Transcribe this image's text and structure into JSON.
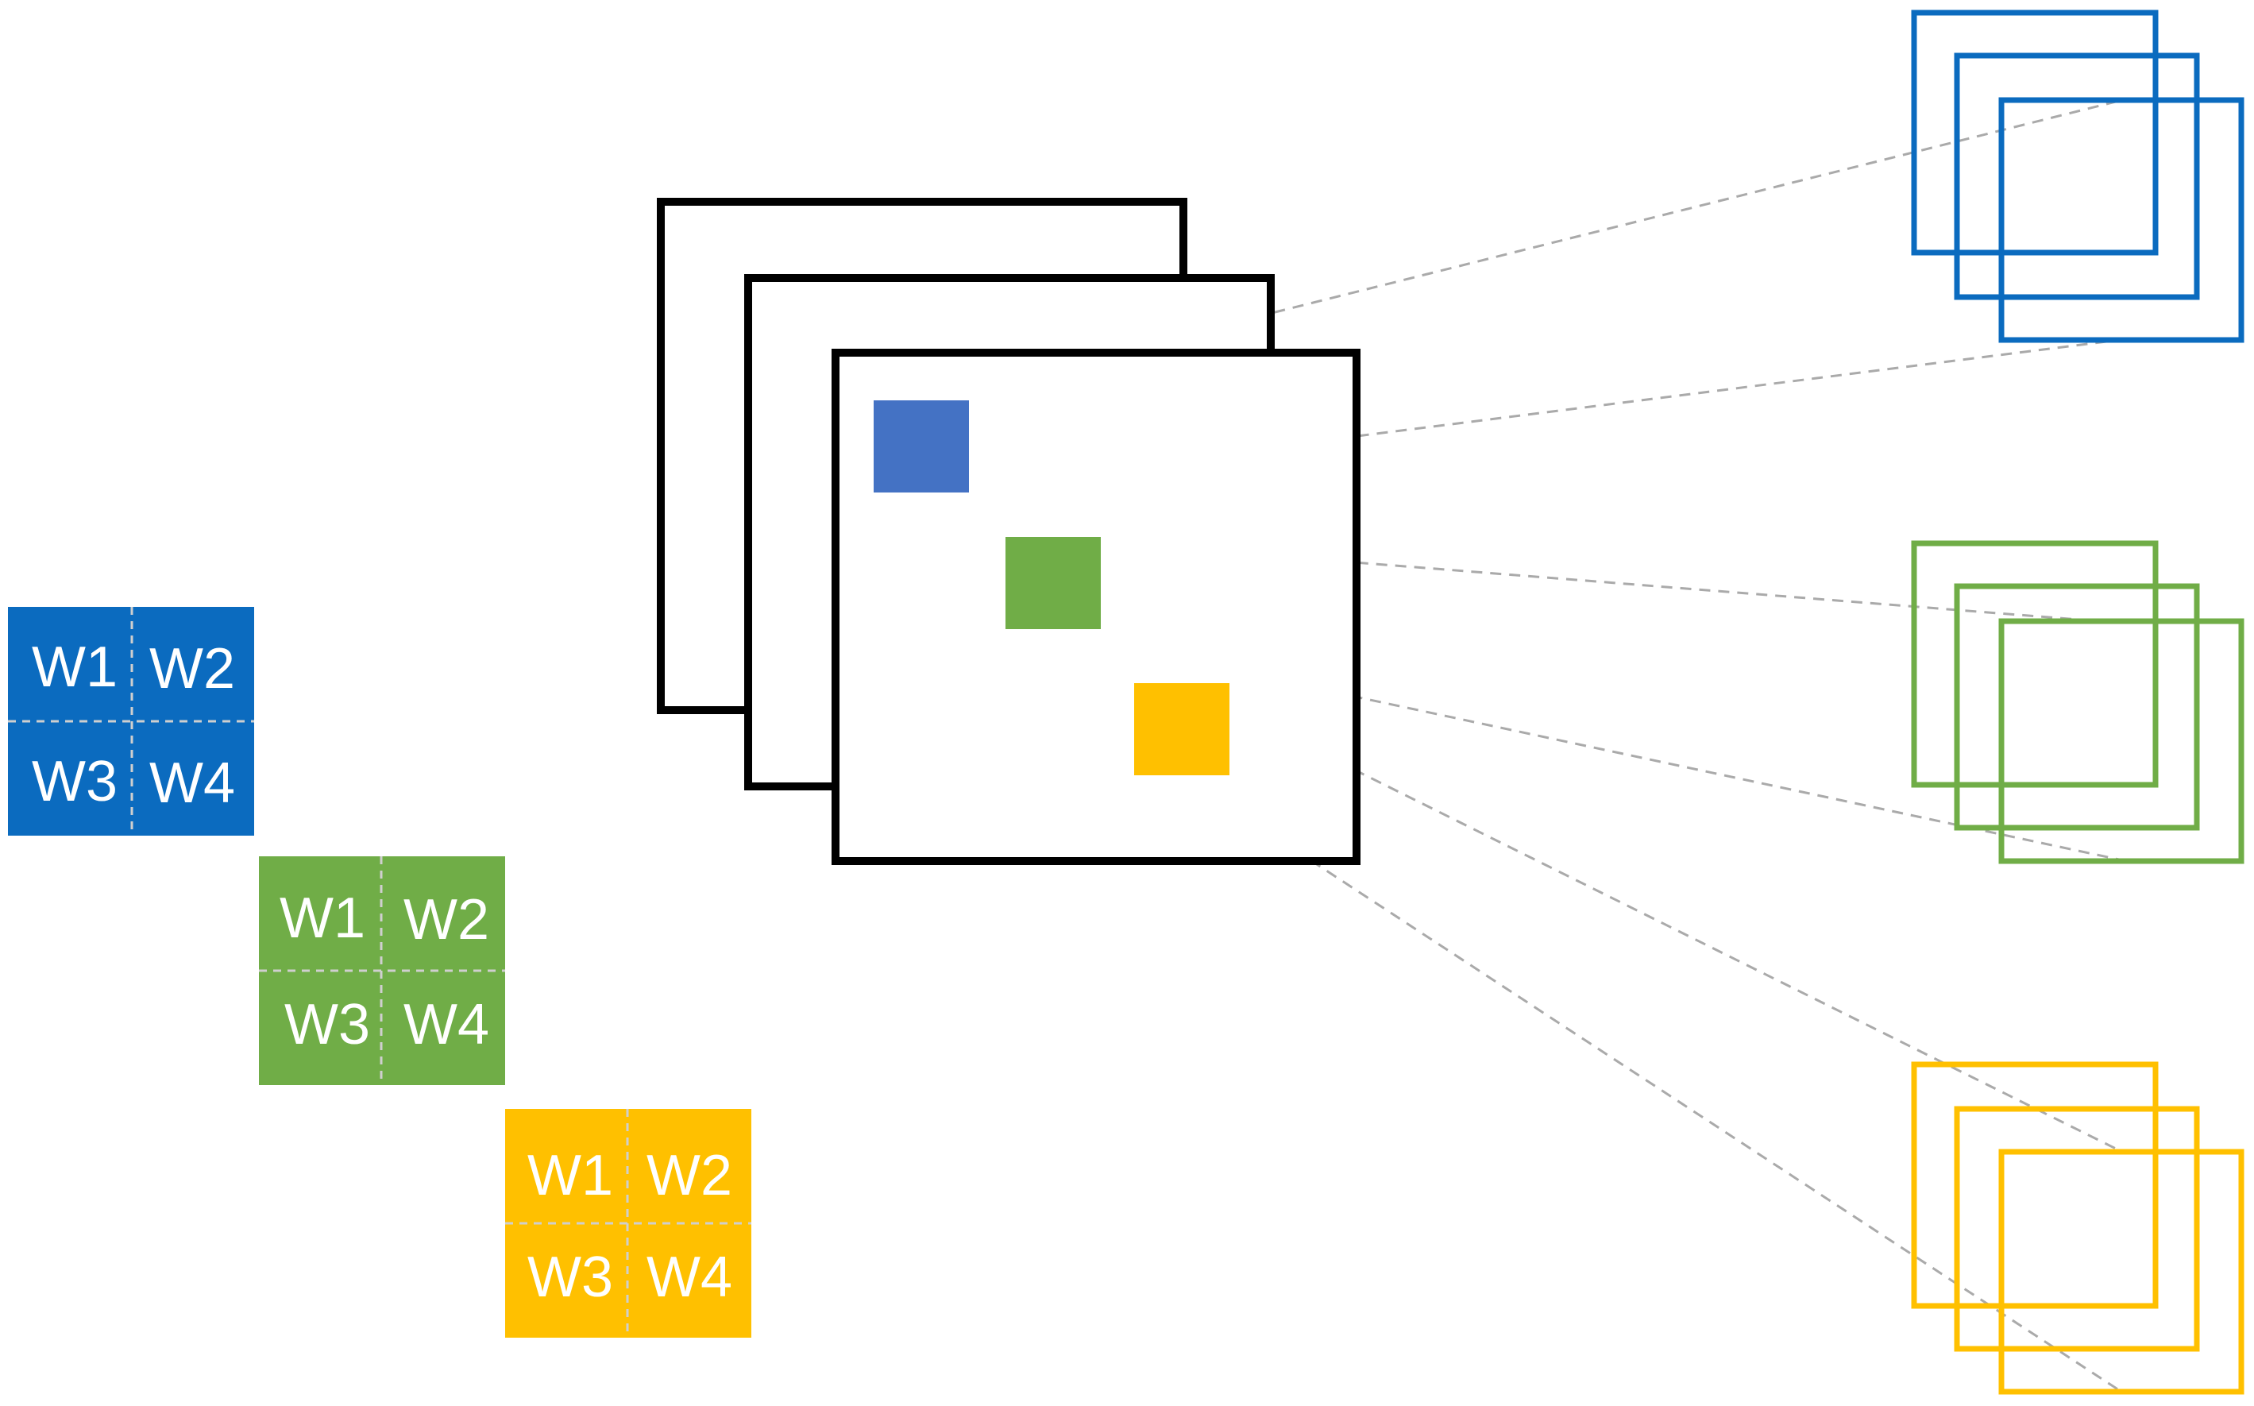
{
  "colors": {
    "blue": "#0b6bbf",
    "green": "#70ad47",
    "yellow": "#ffc000",
    "patch_blue": "#4472c4",
    "stroke": "#000000",
    "dashed": "#aaaaaa"
  },
  "kernels": [
    {
      "color": "blue",
      "cells": [
        "W1",
        "W2",
        "W3",
        "W4"
      ]
    },
    {
      "color": "green",
      "cells": [
        "W1",
        "W2",
        "W3",
        "W4"
      ]
    },
    {
      "color": "yellow",
      "cells": [
        "W1",
        "W2",
        "W3",
        "W4"
      ]
    }
  ],
  "input_stack": {
    "layers": 3
  },
  "output_stacks": [
    {
      "color": "blue",
      "layers": 3
    },
    {
      "color": "green",
      "layers": 3
    },
    {
      "color": "yellow",
      "layers": 3
    }
  ]
}
